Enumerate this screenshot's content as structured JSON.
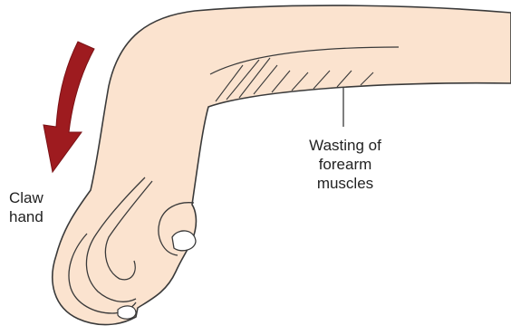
{
  "colors": {
    "skin": "#FBE3CF",
    "outline": "#3A3A3A",
    "arrow": "#9E1B1F",
    "text": "#222222",
    "background": "#FFFFFF"
  },
  "labels": {
    "claw_hand": [
      "Claw",
      "hand"
    ],
    "wasting": [
      "Wasting of",
      "forearm",
      "muscles"
    ]
  },
  "icons": {
    "arrow": "curved-down-arrow-icon"
  }
}
